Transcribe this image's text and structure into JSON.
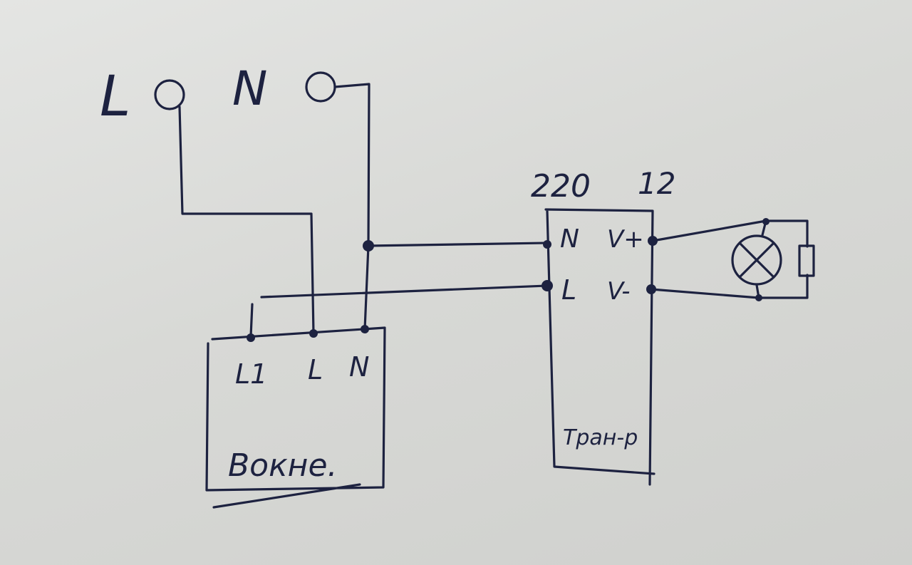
{
  "supply": {
    "line_label": "L",
    "neutral_label": "N"
  },
  "sensor_block": {
    "caption": "Вокне.",
    "terminals": [
      "L1",
      "L",
      "N"
    ]
  },
  "transformer": {
    "input_voltage": "220",
    "output_voltage": "12",
    "caption": "Трaн-р",
    "input_terminals": [
      "N",
      "L"
    ],
    "output_terminals": [
      "V+",
      "V-"
    ]
  },
  "load": {
    "icons": [
      "lamp-icon",
      "resistor-icon"
    ]
  },
  "colors": {
    "ink": "#1d2240",
    "paper": "#dcdddb"
  }
}
